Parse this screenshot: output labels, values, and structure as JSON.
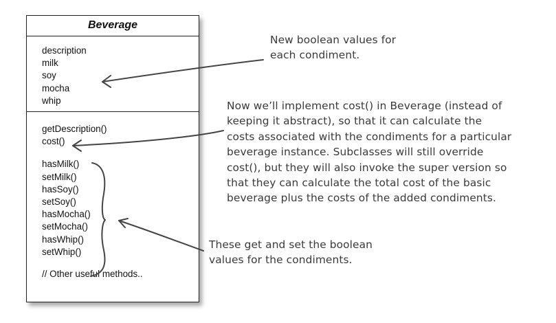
{
  "class_box": {
    "name": "Beverage",
    "attributes": [
      "description",
      "milk",
      "soy",
      "mocha",
      "whip"
    ],
    "methods_primary": [
      "getDescription()",
      "cost()"
    ],
    "methods_condiments": [
      "hasMilk()",
      "setMilk()",
      "hasSoy()",
      "setSoy()",
      "hasMocha()",
      "setMocha()",
      "hasWhip()",
      "setWhip()"
    ],
    "methods_footer": "// Other useful methods.."
  },
  "annotations": {
    "boolean_values": [
      "New boolean values for",
      "each condiment."
    ],
    "cost_explanation": [
      "Now we’ll implement cost() in Beverage (instead of",
      "keeping it abstract), so that it can calculate the",
      "costs associated with the condiments for a particular",
      "beverage instance. Subclasses will still override",
      "cost(), but they will also invoke the super version so",
      "that they can calculate the total cost of the basic",
      "beverage plus the costs of the added condiments."
    ],
    "getters_setters": [
      "These get and set the boolean",
      "values for the condiments."
    ]
  },
  "colors": {
    "box_border": "#222222",
    "annotation_text": "#3a3a3a",
    "arrow": "#444444"
  }
}
